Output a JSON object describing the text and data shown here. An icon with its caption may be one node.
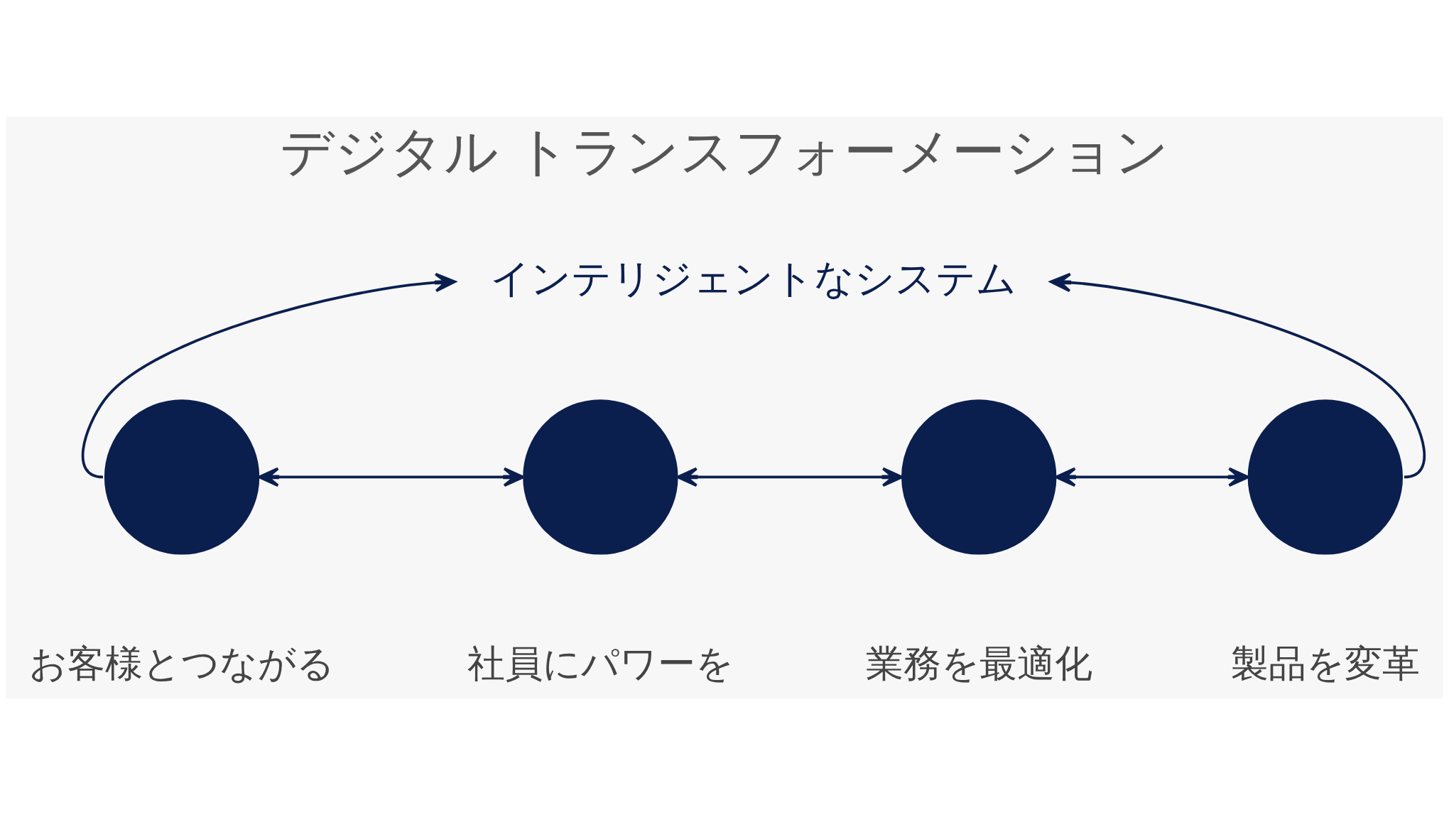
{
  "diagram": {
    "title": "デジタル トランスフォーメーション",
    "nodes": [
      {
        "text": [
          "インテリジェントなシステム"
        ]
      },
      {
        "text": [],
        "shape": "circle",
        "beside": [
          "お客様とつながる"
        ]
      },
      {
        "text": [],
        "shape": "circle",
        "beside": [
          "社員にパワーを"
        ]
      },
      {
        "text": [],
        "shape": "circle",
        "beside": [
          "業務を最適化"
        ]
      },
      {
        "text": [],
        "shape": "circle",
        "beside": [
          "製品を変革"
        ]
      }
    ],
    "edges": [
      {
        "from": 1,
        "to": 0,
        "arrow": "to"
      },
      {
        "from": 4,
        "to": 0,
        "arrow": "to"
      },
      {
        "from": 1,
        "to": 2,
        "arrow": "both"
      },
      {
        "from": 2,
        "to": 3,
        "arrow": "both"
      },
      {
        "from": 3,
        "to": 4,
        "arrow": "both"
      }
    ]
  }
}
